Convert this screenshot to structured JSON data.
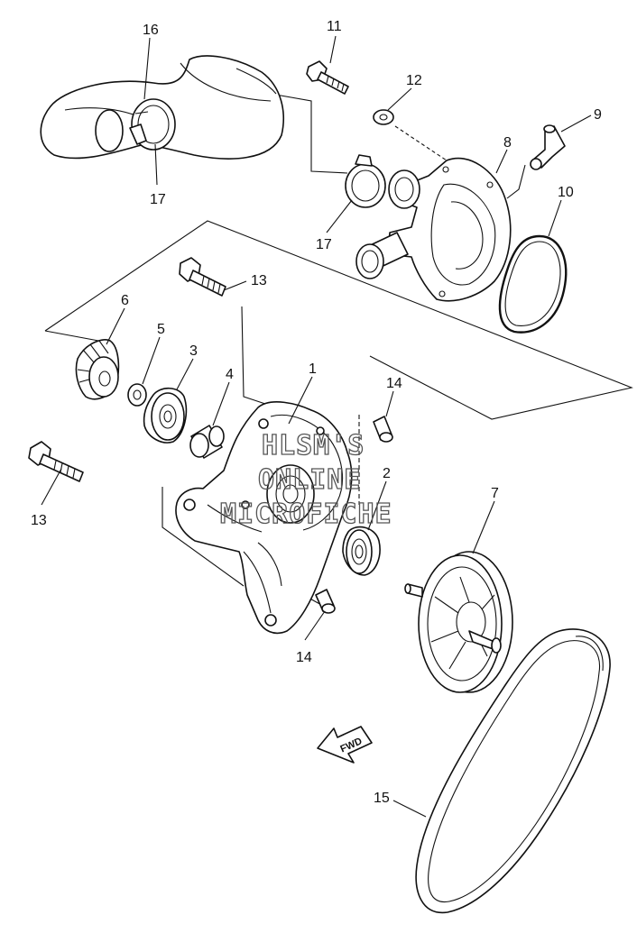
{
  "labels": {
    "p1": "1",
    "p2": "2",
    "p3": "3",
    "p4": "4",
    "p5": "5",
    "p6": "6",
    "p7": "7",
    "p8": "8",
    "p9": "9",
    "p10": "10",
    "p11": "11",
    "p12": "12",
    "p13a": "13",
    "p13b": "13",
    "p14a": "14",
    "p14b": "14",
    "p15": "15",
    "p16": "16",
    "p17a": "17",
    "p17b": "17"
  },
  "fwd_arrow": "FWD",
  "watermark": [
    "HLSM'S",
    "ONLINE",
    "MICROFICHE"
  ],
  "colors": {
    "ink": "#111111",
    "watermark": "#555555",
    "background": "#ffffff"
  }
}
